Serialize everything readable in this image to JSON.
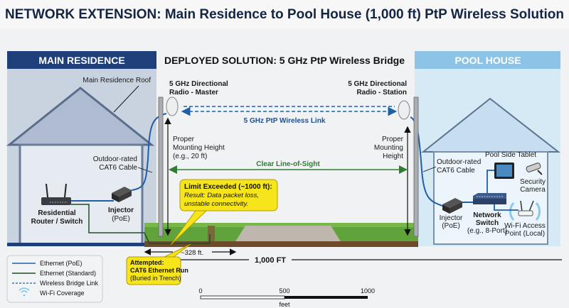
{
  "title": "NETWORK EXTENSION: Main Residence to Pool House (1,000 ft) PtP Wireless Solution",
  "main_residence": {
    "header": "MAIN RESIDENCE",
    "roof_label": "Main Residence Roof",
    "cable_label": [
      "Outdoor-rated",
      "CAT6 Cable"
    ],
    "router_label": [
      "Residential",
      "Router / Switch"
    ],
    "injector_label": [
      "Injector",
      "(PoE)"
    ]
  },
  "solution": {
    "header": "DEPLOYED SOLUTION: 5 GHz PtP Wireless Bridge",
    "master_label": [
      "5 GHz Directional",
      "Radio - Master"
    ],
    "station_label": [
      "5 GHz Directional",
      "Radio - Station"
    ],
    "link_label": "5 GHz PtP Wireless Link",
    "left_height_label": [
      "Proper",
      "Mounting Height",
      "(e.g., 20 ft)"
    ],
    "right_height_label": [
      "Proper",
      "Mounting",
      "Height"
    ],
    "los_label": "Clear Line-of-Sight",
    "limit_callout": {
      "title": "Limit Exceeded (~1000 ft):",
      "lines": [
        "Result: Data packet loss,",
        "unstable connectivity."
      ]
    },
    "attempt_callout": [
      "Attempted:",
      "CAT6 Ethernet Run",
      "(Buried in Trench)"
    ],
    "short_distance": "~328 ft.",
    "total_distance": "1,000 FT"
  },
  "pool_house": {
    "header": "POOL HOUSE",
    "cable_label": [
      "Outdoor-rated",
      "CAT6 Cable"
    ],
    "tablet_label": "Pool Side Tablet",
    "camera_label": [
      "Security",
      "Camera"
    ],
    "injector_label": [
      "Injector",
      "(PoE)"
    ],
    "switch_label": [
      "Network",
      "Switch",
      "(e.g., 8-Port)"
    ],
    "ap_label": [
      "Wi-Fi Access",
      "Point (Local)"
    ]
  },
  "legend": {
    "items": [
      "Ethernet (PoE)",
      "Ethernet (Standard)",
      "Wireless Bridge Link",
      "Wi-Fi Coverage"
    ]
  },
  "scale": {
    "ticks": [
      "0",
      "500",
      "1000"
    ],
    "unit": "feet"
  },
  "colors": {
    "navy": "#1f3f7a",
    "poe": "#1f5fa8",
    "standard": "#1e4d2b",
    "los": "#2e7d32",
    "callout": "#f7e51c",
    "pool_header": "#8cc3e6"
  }
}
